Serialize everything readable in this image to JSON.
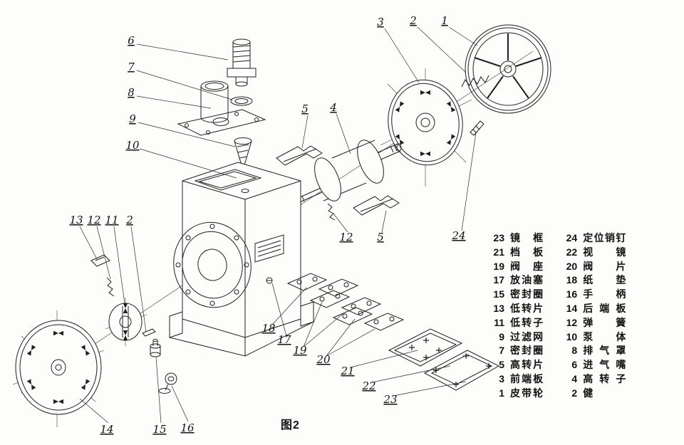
{
  "figure": {
    "caption": "图2"
  },
  "callouts": [
    "6",
    "7",
    "8",
    "9",
    "10",
    "3",
    "2",
    "1",
    "5",
    "4",
    "12",
    "5",
    "24",
    "13",
    "12",
    "11",
    "2",
    "14",
    "15",
    "16",
    "18",
    "17",
    "19",
    "20",
    "21",
    "22",
    "23"
  ],
  "legend": {
    "left": [
      {
        "no": "23",
        "name": "镜框"
      },
      {
        "no": "21",
        "name": "档板"
      },
      {
        "no": "19",
        "name": "阀座"
      },
      {
        "no": "17",
        "name": "放油塞"
      },
      {
        "no": "15",
        "name": "密封圈"
      },
      {
        "no": "13",
        "name": "低转片"
      },
      {
        "no": "11",
        "name": "低转子"
      },
      {
        "no": "9",
        "name": "过滤网"
      },
      {
        "no": "7",
        "name": "密封圈"
      },
      {
        "no": "5",
        "name": "高转片"
      },
      {
        "no": "3",
        "name": "前端板"
      },
      {
        "no": "1",
        "name": "皮带轮"
      }
    ],
    "right": [
      {
        "no": "24",
        "name": "定位销钉"
      },
      {
        "no": "22",
        "name": "视镜"
      },
      {
        "no": "20",
        "name": "阀片"
      },
      {
        "no": "18",
        "name": "纸垫"
      },
      {
        "no": "16",
        "name": "手柄"
      },
      {
        "no": "14",
        "name": "后端板"
      },
      {
        "no": "12",
        "name": "弹簧"
      },
      {
        "no": "10",
        "name": "泵体"
      },
      {
        "no": "8",
        "name": "排气罩"
      },
      {
        "no": "6",
        "name": "进气嘴"
      },
      {
        "no": "4",
        "name": "高转子"
      },
      {
        "no": "2",
        "name": "健"
      }
    ]
  }
}
